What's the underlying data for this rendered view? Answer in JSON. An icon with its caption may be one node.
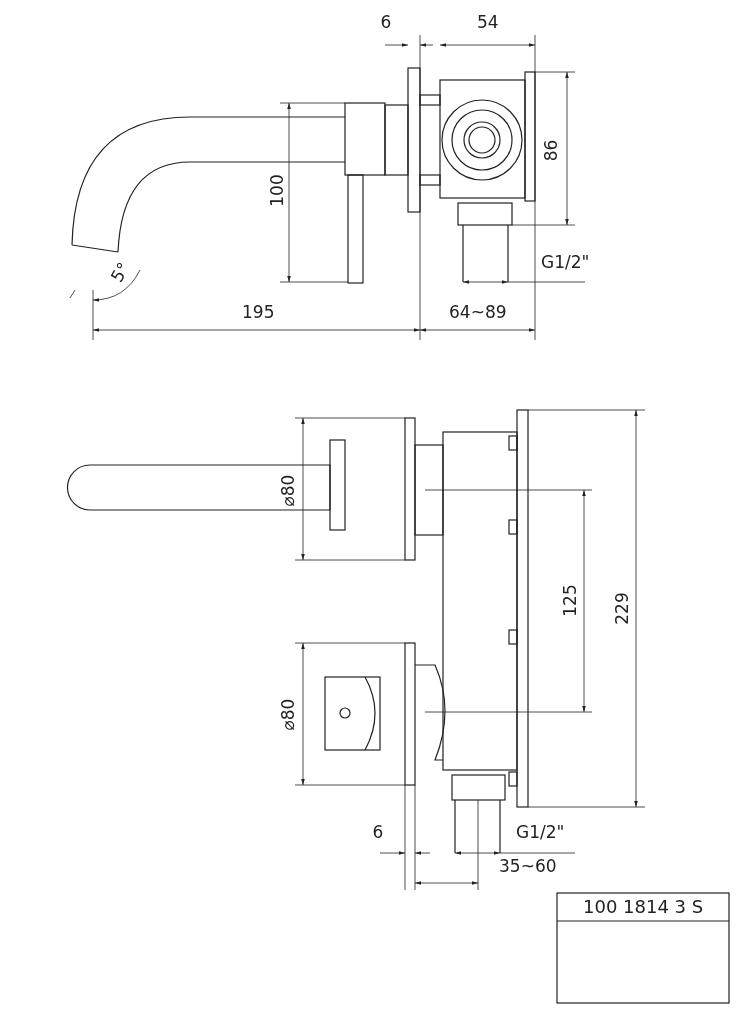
{
  "diagram": {
    "labels": [
      "6",
      "54",
      "86",
      "100",
      "5°",
      "G1/2\"",
      "195",
      "64~89",
      "⌀80",
      "125",
      "229",
      "⌀80",
      "6",
      "G1/2\"",
      "35~60",
      "100 1814 3 S"
    ]
  }
}
